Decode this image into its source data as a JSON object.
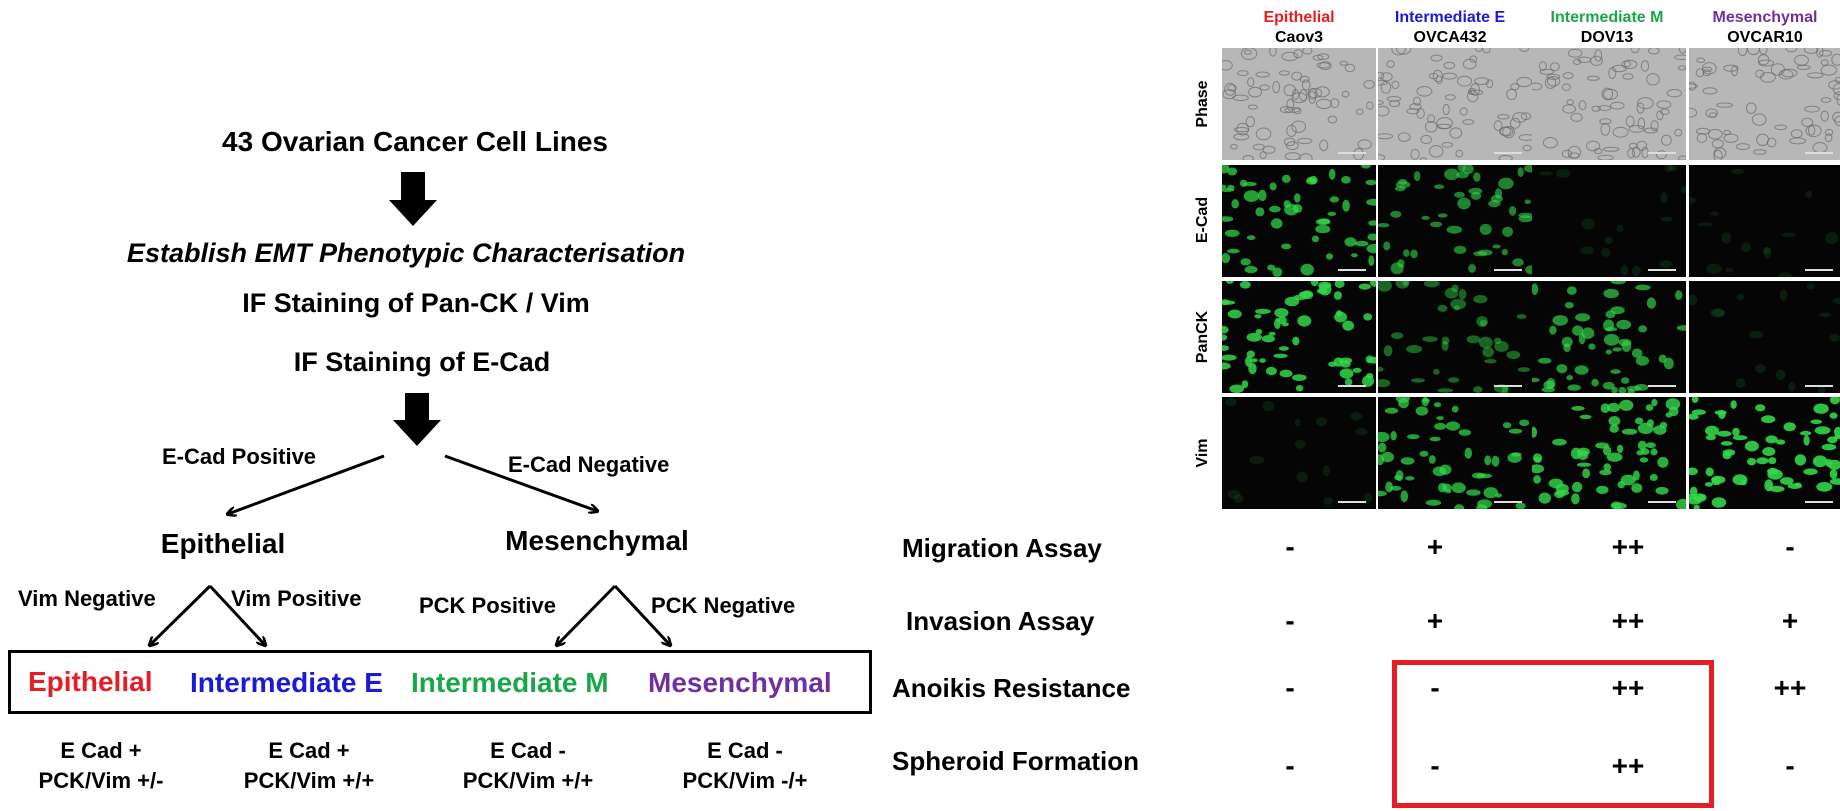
{
  "colors": {
    "epithelial": "#e31e24",
    "intermediate_e": "#1b1bd6",
    "intermediate_m": "#1aa74a",
    "mesenchymal": "#7030a0",
    "fluorescence": "#33d94a",
    "highlight_box": "#e31e24"
  },
  "flowchart": {
    "title": "43 Ovarian Cancer Cell Lines",
    "step_establish": "Establish  EMT Phenotypic Characterisation",
    "step_pan_ck_vim": "IF Staining of Pan-CK / Vim",
    "step_ecad": "IF Staining of E-Cad",
    "branch_ecad_positive": "E-Cad Positive",
    "branch_ecad_negative": "E-Cad Negative",
    "class_epithelial": "Epithelial",
    "class_mesenchymal": "Mesenchymal",
    "branch_vim_negative": "Vim Negative",
    "branch_vim_positive": "Vim Positive",
    "branch_pck_positive": "PCK Positive",
    "branch_pck_negative": "PCK Negative",
    "result": {
      "epithelial": "Epithelial",
      "intermediate_e": "Intermediate E",
      "intermediate_m": "Intermediate M",
      "mesenchymal": "Mesenchymal"
    },
    "markers": [
      {
        "line1": "E Cad +",
        "line2": "PCK/Vim +/-"
      },
      {
        "line1": "E Cad +",
        "line2": "PCK/Vim +/+"
      },
      {
        "line1": "E Cad -",
        "line2": "PCK/Vim +/+"
      },
      {
        "line1": "E Cad -",
        "line2": "PCK/Vim -/+"
      }
    ]
  },
  "micrograph_grid": {
    "columns": [
      {
        "phenotype": "Epithelial",
        "cell_line": "Caov3"
      },
      {
        "phenotype": "Intermediate E",
        "cell_line": "OVCA432"
      },
      {
        "phenotype": "Intermediate M",
        "cell_line": "DOV13"
      },
      {
        "phenotype": "Mesenchymal",
        "cell_line": "OVCAR10"
      }
    ],
    "rows": [
      "Phase",
      "E-Cad",
      "PanCK",
      "Vim"
    ],
    "signal_levels": [
      [
        1.0,
        1.0,
        1.0,
        1.0
      ],
      [
        0.75,
        0.6,
        0.05,
        0.04
      ],
      [
        0.9,
        0.45,
        0.7,
        0.05
      ],
      [
        0.03,
        0.75,
        0.85,
        0.95
      ]
    ]
  },
  "assays": {
    "rows": [
      {
        "label": "Migration Assay",
        "scores": [
          "-",
          "+",
          "++",
          "-"
        ]
      },
      {
        "label": "Invasion Assay",
        "scores": [
          "-",
          "+",
          "++",
          "+"
        ]
      },
      {
        "label": "Anoikis Resistance",
        "scores": [
          "-",
          "-",
          "++",
          "++"
        ]
      },
      {
        "label": "Spheroid Formation",
        "scores": [
          "-",
          "-",
          "++",
          "-"
        ]
      }
    ]
  }
}
